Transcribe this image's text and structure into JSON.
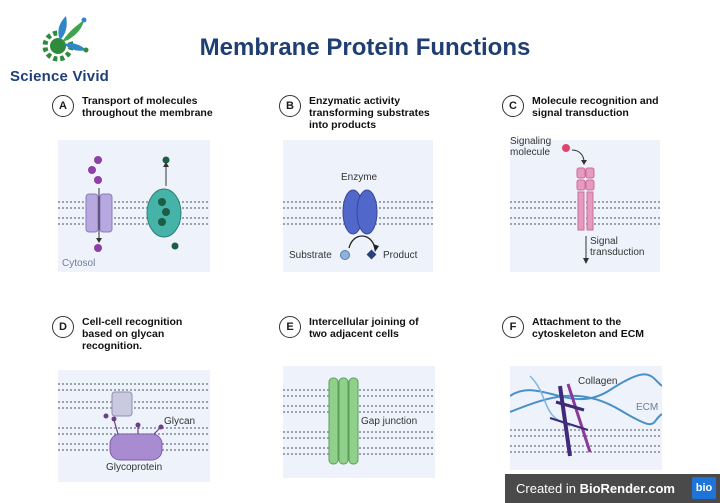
{
  "header": {
    "brand_name": "Science Vivid",
    "title": "Membrane Protein Functions"
  },
  "panels": [
    {
      "letter": "A",
      "title": "Transport of molecules throughout the membrane",
      "labels": [
        "Cytosol"
      ]
    },
    {
      "letter": "B",
      "title": "Enzymatic activity transforming substrates into products",
      "labels": [
        "Enzyme",
        "Substrate",
        "Product"
      ]
    },
    {
      "letter": "C",
      "title": "Molecule recognition and signal transduction",
      "labels": [
        "Signaling molecule",
        "Signal transduction"
      ]
    },
    {
      "letter": "D",
      "title": "Cell-cell recognition based on glycan recognition.",
      "labels": [
        "Glycan",
        "Glycoprotein"
      ]
    },
    {
      "letter": "E",
      "title": "Intercellular joining of two adjacent cells",
      "labels": [
        "Gap junction"
      ]
    },
    {
      "letter": "F",
      "title": "Attachment to the cytoskeleton and ECM",
      "labels": [
        "Collagen",
        "ECM"
      ]
    }
  ],
  "footer": {
    "created_in": "Created in ",
    "brand": "BioRender.com",
    "badge": "bio"
  },
  "colors": {
    "title_blue": "#1f3f73",
    "panel_bg": "#eef3fb",
    "membrane_line": "#6b7280",
    "transport_purple": "#b7a8e0",
    "channel_teal": "#46b3a8",
    "enzyme_blue": "#5167c9",
    "receptor_pink": "#e79ac0",
    "glycoprotein_purple": "#a98bd1",
    "gap_green": "#8fd08a",
    "collagen_blue": "#4a90c8"
  }
}
